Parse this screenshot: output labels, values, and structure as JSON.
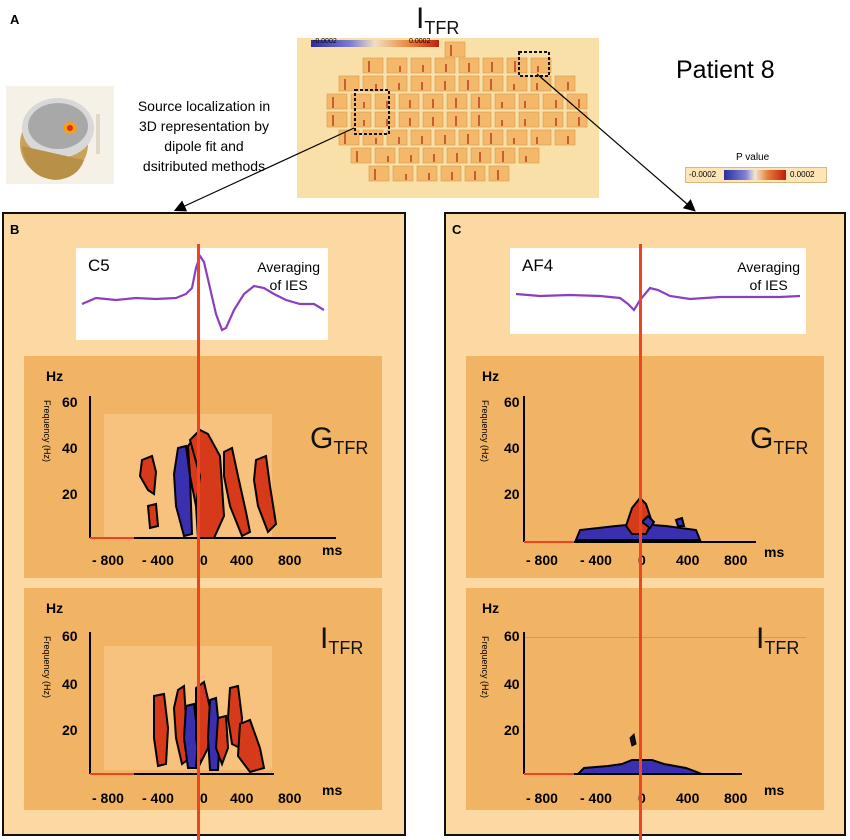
{
  "panel_a": {
    "letter": "A",
    "title_main": "I",
    "title_sub": "TFR",
    "patient": "Patient 8",
    "source_text": [
      "Source localization in",
      "3D representation by",
      "dipole fit and",
      "dsitributed methods"
    ],
    "topo_scale_left": "-0.0002",
    "topo_scale_right": "0.0002",
    "pvalue_title": "P value",
    "pvalue_left": "-0.0002",
    "pvalue_right": "0.0002"
  },
  "panel_b": {
    "letter": "B",
    "electrode": "C5",
    "averaging_line1": "Averaging",
    "averaging_line2": "of IES",
    "top_label_main": "G",
    "top_label_sub": "TFR",
    "bottom_label_main": "I",
    "bottom_label_sub": "TFR"
  },
  "panel_c": {
    "letter": "C",
    "electrode": "AF4",
    "averaging_line1": "Averaging",
    "averaging_line2": "of IES",
    "top_label_main": "G",
    "top_label_sub": "TFR",
    "bottom_label_main": "I",
    "bottom_label_sub": "TFR"
  },
  "axes": {
    "y_unit": "Hz",
    "y_name": "Frequency (Hz)",
    "y_ticks": [
      "60",
      "40",
      "20"
    ],
    "x_unit": "ms",
    "x_ticks": [
      "- 800",
      "- 400",
      "0",
      "400",
      "800"
    ]
  },
  "colors": {
    "panel_bg": "#fcd9a2",
    "tfr_bg": "#f1b465",
    "positive": "#d63a1a",
    "negative": "#3a2fae",
    "waveform": "#8a3fc2",
    "time_zero_line": "#ee4422"
  }
}
